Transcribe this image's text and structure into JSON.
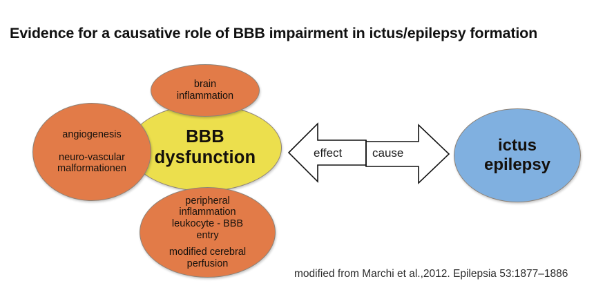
{
  "slide": {
    "title": "Evidence for a causative role of BBB impairment in ictus/epilepsy formation",
    "citation": "modified from Marchi et al.,2012. Epilepsia 53:1877–1886",
    "background_color": "#ffffff"
  },
  "palette": {
    "orange": "#e27b48",
    "yellow": "#ecdf4d",
    "blue": "#80b0e0",
    "outline": "#8d8277",
    "text": "#14100c",
    "title_color": "#111111"
  },
  "diagram": {
    "type": "venn-overlap-concept-map",
    "nodes": [
      {
        "id": "left-factors",
        "shape": "ellipse",
        "color": "#e27b48",
        "lines": [
          "angiogenesis",
          "neuro-vascular",
          "malformationen"
        ]
      },
      {
        "id": "top-factor",
        "shape": "ellipse",
        "color": "#e27b48",
        "lines": [
          "brain",
          "inflammation"
        ]
      },
      {
        "id": "center-bbb",
        "shape": "ellipse",
        "color": "#ecdf4d",
        "lines": [
          "BBB",
          "dysfunction"
        ]
      },
      {
        "id": "bottom-factors",
        "shape": "ellipse",
        "color": "#e27b48",
        "lines": [
          "peripheral",
          "inflammation",
          "leukocyte - BBB",
          "entry",
          "modified cerebral",
          "perfusion"
        ]
      },
      {
        "id": "outcome-ictus",
        "shape": "ellipse",
        "color": "#80b0e0",
        "lines": [
          "ictus",
          "epilepsy"
        ]
      }
    ],
    "connector": {
      "id": "cause-effect-arrow",
      "shape": "double-headed-arrow",
      "fill": "#ffffff",
      "stroke": "#000000",
      "left_label": "effect",
      "right_label": "cause"
    }
  }
}
